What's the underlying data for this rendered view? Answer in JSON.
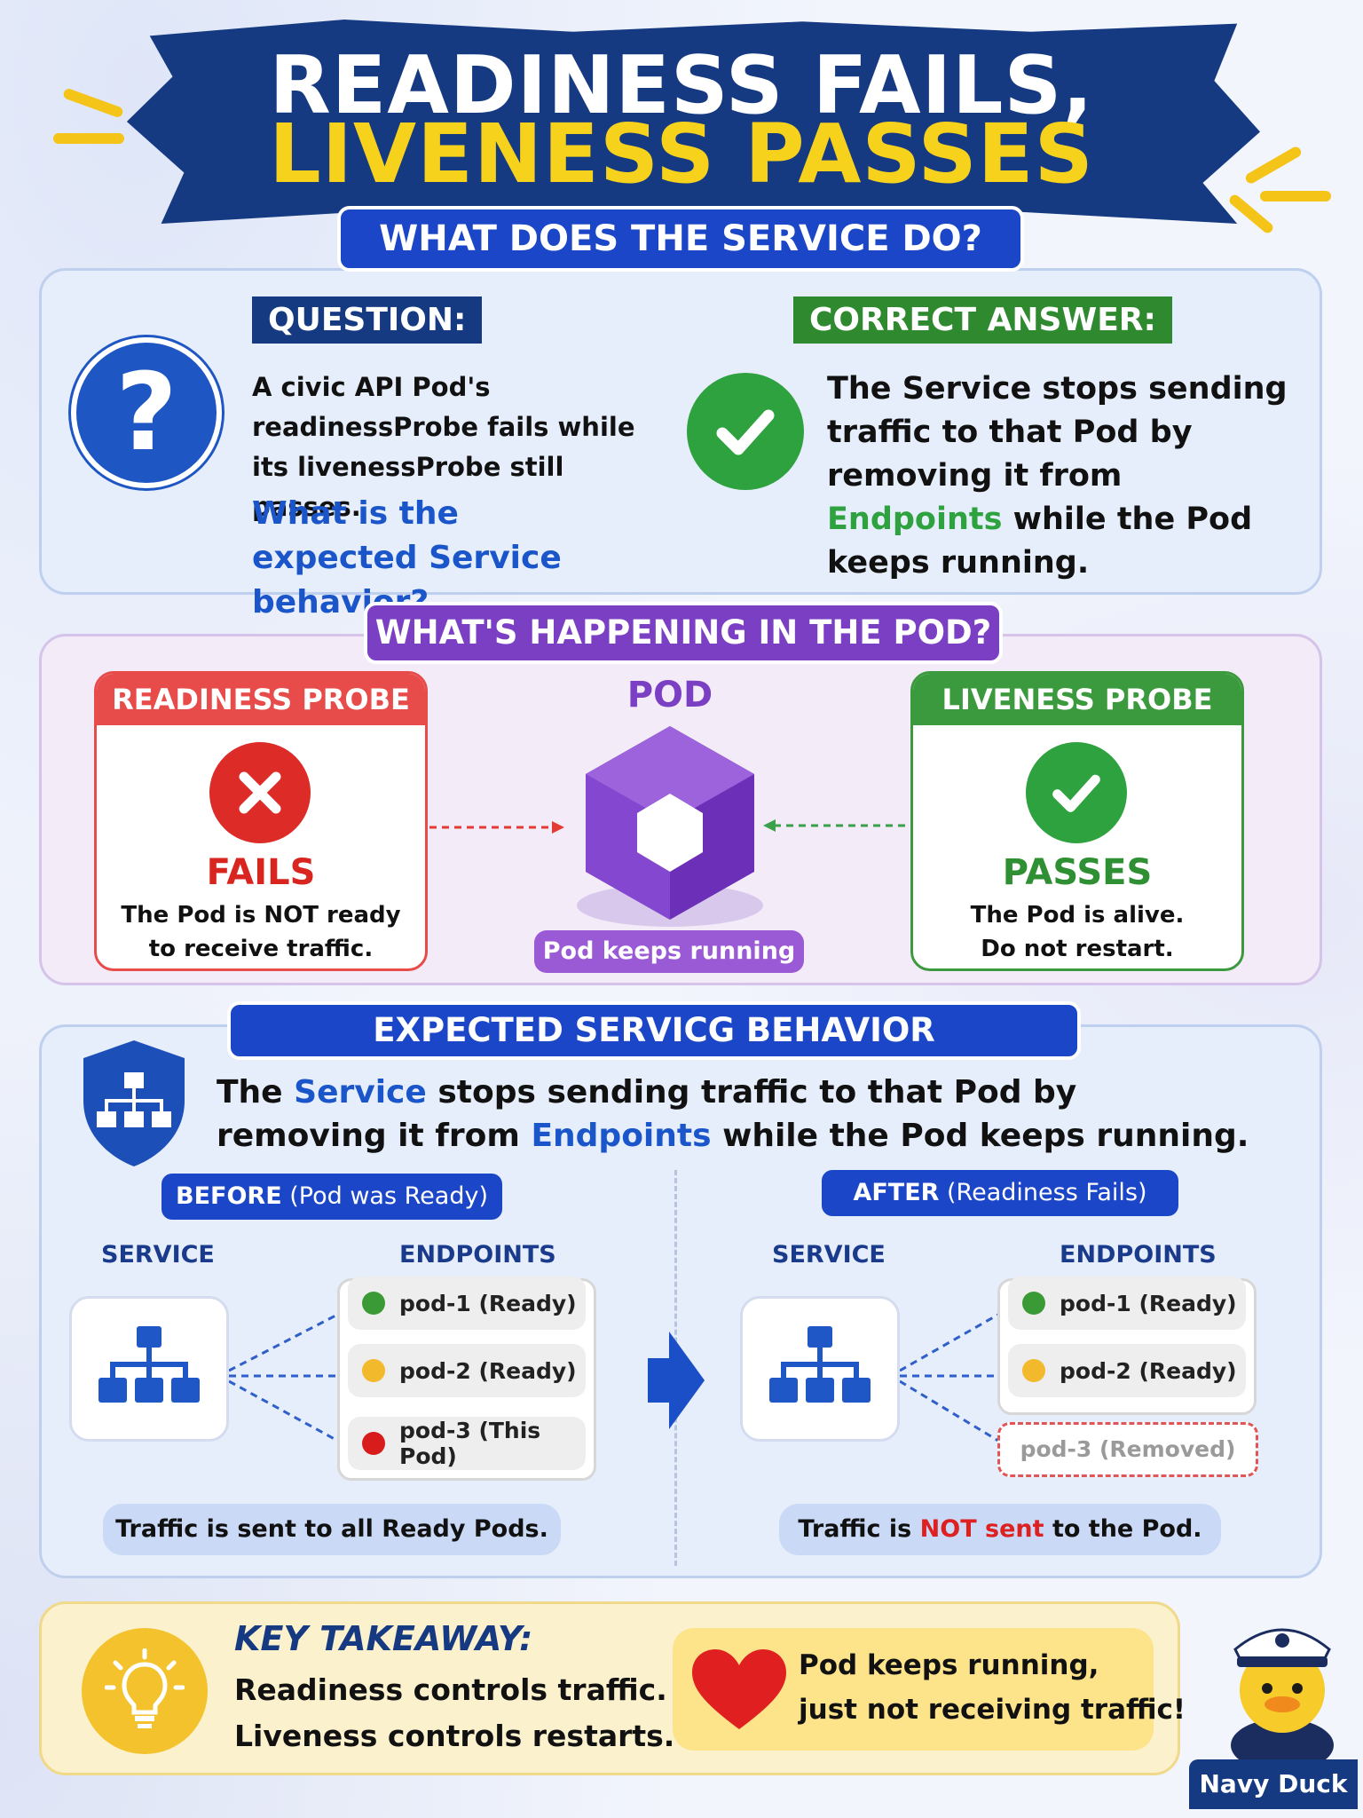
{
  "title": {
    "line1": "READINESS FAILS,",
    "line2": "LIVENESS PASSES"
  },
  "section1": {
    "heading": "WHAT DOES THE SERVICE DO?",
    "question_tag": "QUESTION:",
    "question_text": "A civic API Pod's readinessProbe fails while its livenessProbe still passes.",
    "question_ask": "What is the expected Service behavior?",
    "answer_tag": "CORRECT ANSWER:",
    "answer_pre": "The Service stops sending traffic to that Pod by removing it from",
    "answer_highlight": "Endpoints",
    "answer_post": "while the Pod keeps running."
  },
  "section2": {
    "heading": "WHAT'S HAPPENING IN THE POD?",
    "readiness": {
      "header": "READINESS PROBE",
      "status": "FAILS",
      "desc1": "The Pod is NOT ready",
      "desc2": "to receive traffic."
    },
    "pod": {
      "label": "POD",
      "caption": "Pod keeps running"
    },
    "liveness": {
      "header": "LIVENESS PROBE",
      "status": "PASSES",
      "desc1": "The Pod is alive.",
      "desc2": "Do not restart."
    }
  },
  "section3": {
    "heading": "EXPECTED SERVICG BEHAVIOR",
    "statement": {
      "p1": "The ",
      "service": "Service",
      "p2": " stops sending traffic to that Pod by",
      "p3": "removing it from ",
      "endpoints": "Endpoints",
      "p4": " while the Pod keeps running."
    },
    "before": {
      "label_bold": "BEFORE",
      "label_rest": " (Pod was Ready)",
      "service_header": "SERVICE",
      "endpoints_header": "ENDPOINTS",
      "pods": [
        {
          "label": "pod-1 (Ready)",
          "color": "#3a9a35"
        },
        {
          "label": "pod-2 (Ready)",
          "color": "#f2b92c"
        },
        {
          "label": "pod-3 (This Pod)",
          "color": "#d81c1c"
        }
      ],
      "caption": "Traffic is sent to all Ready Pods."
    },
    "after": {
      "label_bold": "AFTER",
      "label_rest": " (Readiness Fails)",
      "service_header": "SERVICE",
      "endpoints_header": "ENDPOINTS",
      "pods": [
        {
          "label": "pod-1 (Ready)",
          "color": "#3a9a35"
        },
        {
          "label": "pod-2 (Ready)",
          "color": "#f2b92c"
        }
      ],
      "removed": "pod-3 (Removed)",
      "caption_pre": "Traffic is ",
      "caption_not": "NOT sent",
      "caption_post": " to the Pod."
    }
  },
  "takeaway": {
    "heading": "KEY TAKEAWAY:",
    "line1": "Readiness controls traffic.",
    "line2": "Liveness controls restarts.",
    "note1": "Pod keeps running,",
    "note2": "just not receiving traffic!"
  },
  "mascot": {
    "label": "Navy Duck"
  },
  "colors": {
    "navy": "#163a82",
    "blue": "#1a46c7",
    "green": "#2ea23e",
    "red": "#dd2b28",
    "purple": "#7b3fc4",
    "yellow": "#f7d21c"
  }
}
